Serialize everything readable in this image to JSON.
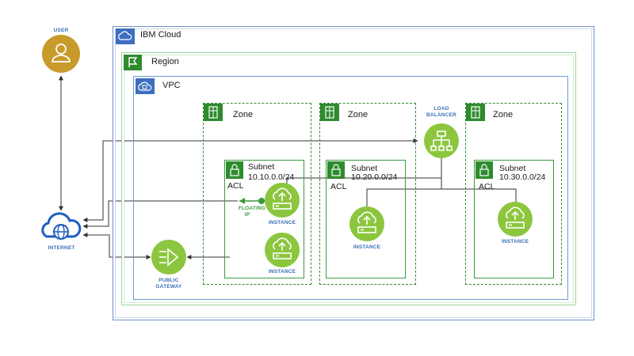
{
  "colors": {
    "cloud_border": "#6f8fc8",
    "region_border": "#7cc47c",
    "vpc_border": "#5b8bd0",
    "zone_border": "#2e8b2e",
    "subnet_border": "#3d9a3d",
    "green_icon": "#8cc63f",
    "user_icon": "#c89a2a",
    "internet_icon": "#1f5fbf",
    "line": "#333333"
  },
  "labels": {
    "ibm_cloud": "IBM Cloud",
    "region": "Region",
    "vpc": "VPC",
    "zone_1": "Zone",
    "zone_2": "Zone",
    "zone_3": "Zone",
    "subnet_1_title": "Subnet",
    "subnet_1_cidr": "10.10.0.0/24",
    "subnet_1_acl": "ACL",
    "subnet_2_title": "Subnet",
    "subnet_2_cidr": "10.20.0.0/24",
    "subnet_2_acl": "ACL",
    "subnet_3_title": "Subnet",
    "subnet_3_cidr": "10.30.0.0/24",
    "subnet_3_acl": "ACL",
    "user": "USER",
    "internet": "INTERNET",
    "public_gateway_1": "PUBLIC",
    "public_gateway_2": "GATEWAY",
    "floating_ip_1": "FLOATING",
    "floating_ip_2": "IP",
    "load_balancer_1": "LOAD",
    "load_balancer_2": "BALANCER",
    "instance_1": "INSTANCE",
    "instance_2": "INSTANCE",
    "instance_3": "INSTANCE",
    "instance_4": "INSTANCE"
  },
  "icons": {
    "ibm_cloud": "ibm-cloud-icon",
    "region": "flag-icon",
    "vpc": "vpc-cloud-icon",
    "zone": "server-rack-icon",
    "subnet": "lock-icon",
    "user": "user-icon",
    "internet": "globe-cloud-icon",
    "gateway": "gateway-icon",
    "load_balancer": "load-balancer-icon",
    "instance": "cloud-upload-instance-icon",
    "floating_ip": "floating-ip-icon"
  }
}
